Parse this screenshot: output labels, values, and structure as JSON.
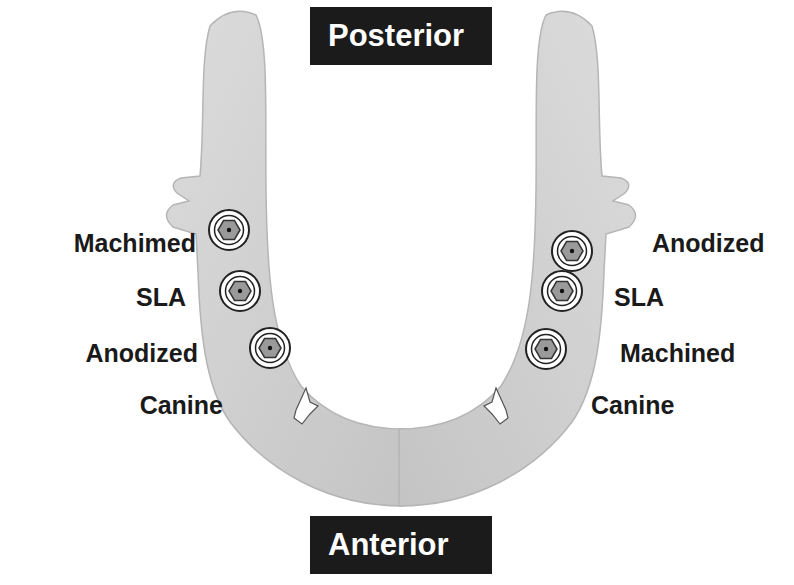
{
  "diagram": {
    "nodes": [
      {
        "text": [
          "Posterior"
        ]
      },
      {
        "text": [
          "Anterior"
        ]
      }
    ],
    "labels": [
      "Machimed",
      "SLA",
      "Anodized",
      "Canine",
      "Anodized",
      "SLA",
      "Machined",
      "Canine"
    ]
  }
}
